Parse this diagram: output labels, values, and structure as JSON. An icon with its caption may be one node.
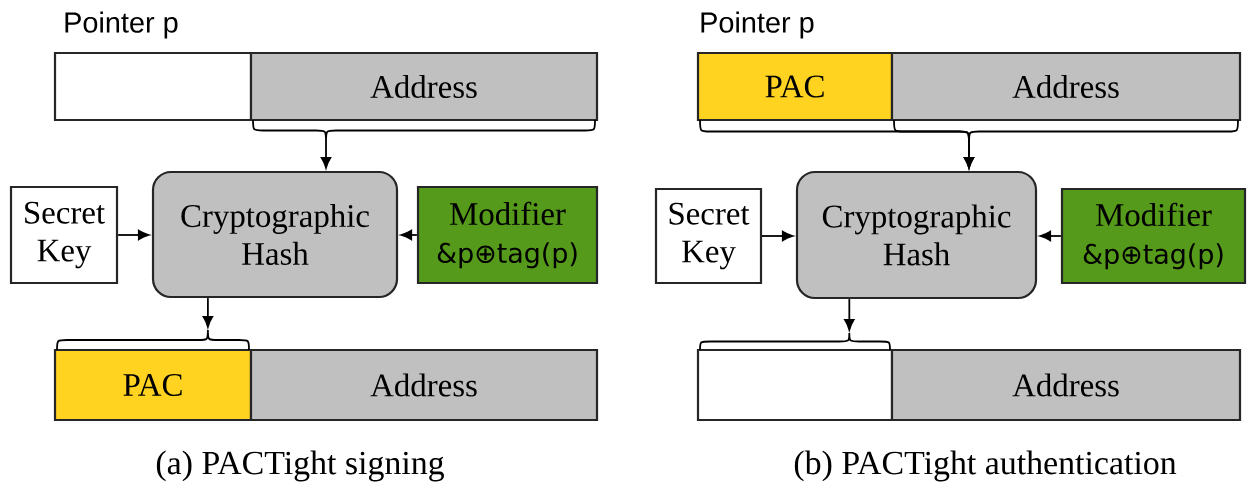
{
  "diagram": {
    "nodes": [
      {
        "text": [],
        "shape": "box"
      },
      {
        "text": [
          "Address"
        ]
      },
      {
        "text": [
          "Secret Key"
        ]
      },
      {
        "text": [
          "Cryptographic Hash"
        ]
      },
      {
        "text": [
          "Modifier",
          "&p⊕tag(p)"
        ]
      },
      {
        "text": [
          "PAC"
        ]
      },
      {
        "text": [
          "Address"
        ]
      },
      {
        "text": [
          "PAC"
        ]
      },
      {
        "text": [
          "Address"
        ]
      },
      {
        "text": [
          "Secret Key"
        ]
      },
      {
        "text": [
          "Cryptographic Hash"
        ]
      },
      {
        "text": [
          "Modifier",
          "&p⊕tag(p)"
        ]
      },
      {
        "text": [],
        "shape": "box"
      },
      {
        "text": [
          "Address"
        ]
      }
    ],
    "edges": [
      {
        "from": 1,
        "to": 3,
        "arrow": "to"
      },
      {
        "from": 2,
        "to": 3,
        "arrow": "to"
      },
      {
        "from": 4,
        "to": 3,
        "arrow": "to"
      },
      {
        "from": 3,
        "to": 5,
        "arrow": "to"
      },
      {
        "from": 7,
        "to": 10,
        "arrow": "to"
      },
      {
        "from": 8,
        "to": 10,
        "arrow": "to"
      },
      {
        "from": 9,
        "to": 10,
        "arrow": "to"
      },
      {
        "from": 11,
        "to": 10,
        "arrow": "to"
      },
      {
        "from": 10,
        "to": 12,
        "arrow": "to"
      }
    ],
    "labels": [
      "Pointer p",
      "Pointer p",
      "(a) PACTight signing",
      "(b) PACTight authentication"
    ]
  }
}
